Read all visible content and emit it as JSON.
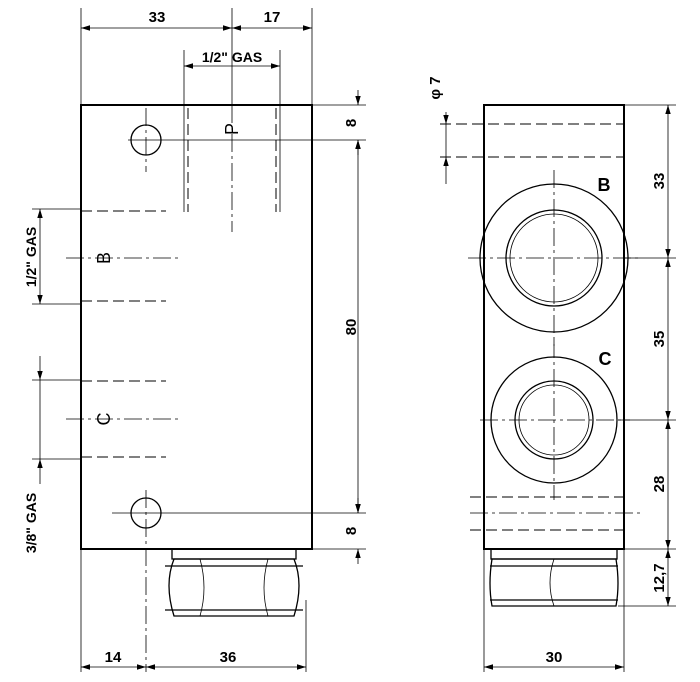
{
  "front_view": {
    "dims": {
      "top_left": "33",
      "top_right": "17",
      "bottom_left": "14",
      "bottom_right": "36",
      "right_top": "8",
      "right_mid": "80",
      "right_bot": "8"
    },
    "thread_top": "1/2\" GAS",
    "thread_left_upper": "1/2\" GAS",
    "thread_left_lower": "3/8\" GAS",
    "port_p": "P",
    "port_b": "B",
    "port_c": "C"
  },
  "side_view": {
    "dia_label": "φ 7",
    "port_b": "B",
    "port_c": "C",
    "dims": {
      "r1": "33",
      "r2": "35",
      "r3": "28",
      "r4": "12,7",
      "bottom": "30"
    }
  }
}
